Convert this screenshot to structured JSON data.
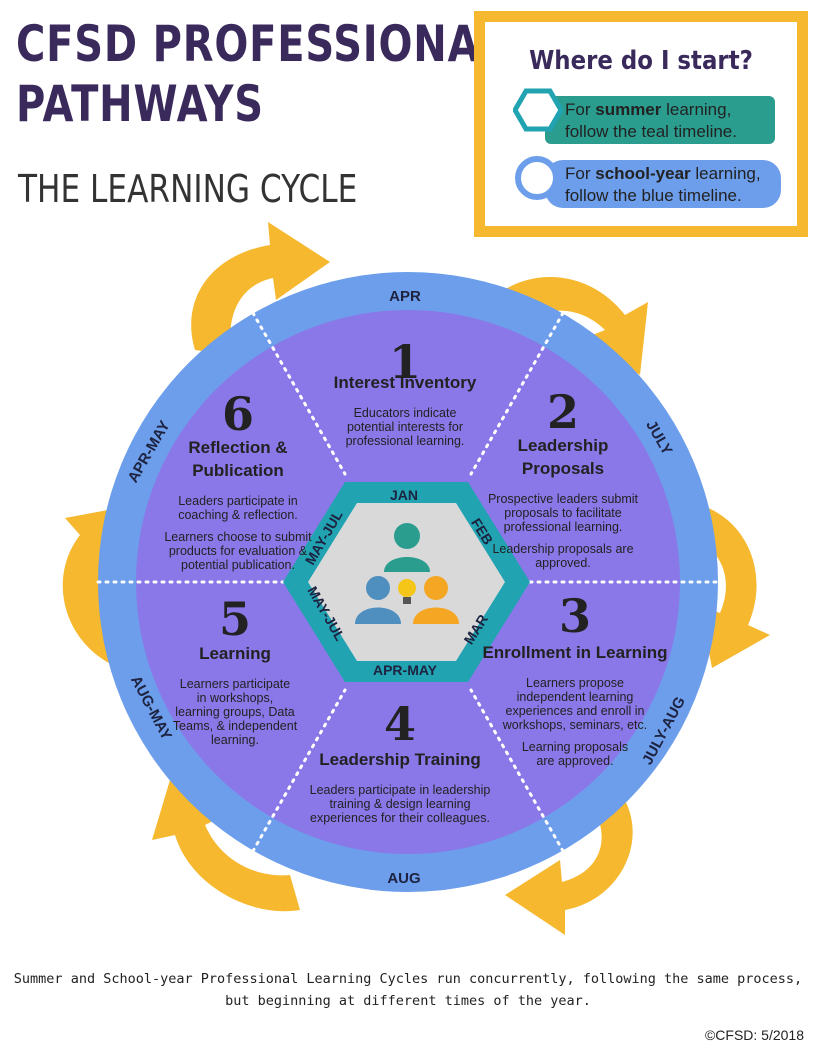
{
  "header": {
    "title_line1": "CFSD PROFESSIONAL",
    "title_line2": "PATHWAYS",
    "subtitle": "THE LEARNING CYCLE"
  },
  "legend": {
    "title": "Where do I start?",
    "teal": {
      "prefix": "For ",
      "bold": "summer",
      "suffix": " learning,",
      "line2": "follow the teal timeline."
    },
    "blue": {
      "prefix": "For ",
      "bold": "school-year",
      "suffix": " learning,",
      "line2": "follow the blue timeline."
    }
  },
  "ring_labels": {
    "top": "APR",
    "upper_right": "JULY",
    "lower_right": "JULY-AUG",
    "bottom": "AUG",
    "lower_left": "AUG-MAY",
    "upper_left": "APR-MAY"
  },
  "hex_labels": {
    "top": "JAN",
    "upper_right": "FEB",
    "lower_right": "MAR",
    "bottom": "APR-MAY",
    "lower_left": "MAY-JUL",
    "upper_left": "MAY-JUL"
  },
  "steps": [
    {
      "number": "1",
      "title": [
        "Interest Inventory"
      ],
      "desc": [
        "Educators indicate",
        "potential interests for",
        "professional learning."
      ]
    },
    {
      "number": "2",
      "title": [
        "Leadership",
        "Proposals"
      ],
      "desc": [
        "Prospective leaders submit",
        "proposals to facilitate",
        "professional learning.",
        "",
        "Leadership proposals are",
        "approved."
      ]
    },
    {
      "number": "3",
      "title": [
        "Enrollment in Learning"
      ],
      "desc": [
        "Learners propose",
        "independent learning",
        "experiences and enroll in",
        "workshops, seminars, etc.",
        "",
        "Learning proposals",
        "are approved."
      ]
    },
    {
      "number": "4",
      "title": [
        "Leadership Training"
      ],
      "desc": [
        "Leaders participate in leadership",
        "training & design learning",
        "experiences for their colleagues."
      ]
    },
    {
      "number": "5",
      "title": [
        "Learning"
      ],
      "desc": [
        "Learners participate",
        "in workshops,",
        "learning groups, Data",
        "Teams, & independent",
        "learning."
      ]
    },
    {
      "number": "6",
      "title": [
        "Reflection &",
        "Publication"
      ],
      "desc": [
        "Leaders participate in",
        "coaching & reflection.",
        "",
        "Learners choose to submit",
        "products for evaluation &",
        "potential publication."
      ]
    }
  ],
  "footer": {
    "line1": "Summer and School-year Professional Learning Cycles run concurrently, following the same process,",
    "line2": "but beginning at different times of the year."
  },
  "copyright": "©CFSD: 5/2018",
  "colors": {
    "title": "#3a2a5c",
    "outer_ring": "#6d9eeb",
    "inner_circle": "#8a78e8",
    "hexagon": "#21a3b2",
    "hex_fill": "#d9d9d9",
    "arrow": "#f5b82e",
    "person_teal": "#2a9d8f",
    "person_blue": "#4f8fc0",
    "person_orange": "#f5a623"
  }
}
